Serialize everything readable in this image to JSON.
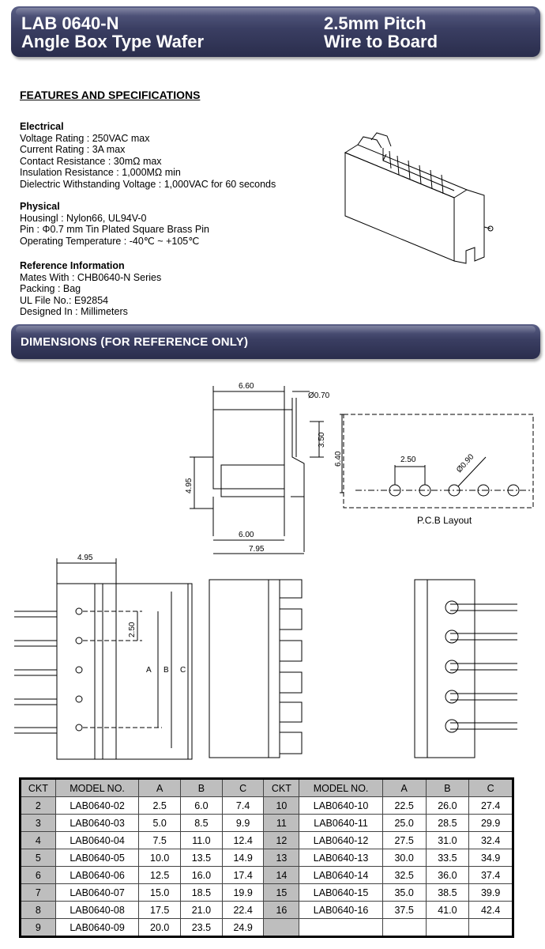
{
  "header": {
    "line1_left": "LAB 0640-N",
    "line2_left": "Angle Box Type Wafer",
    "line1_right": "2.5mm Pitch",
    "line2_right": "Wire to Board"
  },
  "features_heading": "FEATURES AND SPECIFICATIONS",
  "electrical": {
    "heading": "Electrical",
    "lines": [
      "Voltage Rating : 250VAC max",
      "Current Rating : 3A max",
      "Contact Resistance : 30mΩ max",
      "Insulation Resistance : 1,000MΩ min",
      "Dielectric Withstanding Voltage : 1,000VAC for 60 seconds"
    ]
  },
  "physical": {
    "heading": "Physical",
    "lines": [
      "Housingl : Nylon66, UL94V-0",
      "Pin : Φ0.7 mm Tin Plated Square Brass Pin",
      "Operating Temperature : -40℃ ~ +105℃"
    ]
  },
  "reference": {
    "heading": "Reference Information",
    "lines": [
      "Mates With : CHB0640-N Series",
      "Packing : Bag",
      "UL File No.: E92854",
      "Designed In : Millimeters"
    ]
  },
  "dimensions_heading": "DIMENSIONS (FOR REFERENCE ONLY)",
  "drawing_labels": {
    "d660": "6.60",
    "d070": "Ø0.70",
    "d350": "3.50",
    "d640": "6.40",
    "d495a": "4.95",
    "d600": "6.00",
    "d795": "7.95",
    "d250a": "2.50",
    "d090": "Ø0.90",
    "pcb": "P.C.B Layout",
    "d495b": "4.95",
    "d250b": "2.50",
    "lA": "A",
    "lB": "B",
    "lC": "C"
  },
  "table": {
    "headers": [
      "CKT",
      "MODEL NO.",
      "A",
      "B",
      "C",
      "CKT",
      "MODEL NO.",
      "A",
      "B",
      "C"
    ],
    "rows": [
      [
        "2",
        "LAB0640-02",
        "2.5",
        "6.0",
        "7.4",
        "10",
        "LAB0640-10",
        "22.5",
        "26.0",
        "27.4"
      ],
      [
        "3",
        "LAB0640-03",
        "5.0",
        "8.5",
        "9.9",
        "11",
        "LAB0640-11",
        "25.0",
        "28.5",
        "29.9"
      ],
      [
        "4",
        "LAB0640-04",
        "7.5",
        "11.0",
        "12.4",
        "12",
        "LAB0640-12",
        "27.5",
        "31.0",
        "32.4"
      ],
      [
        "5",
        "LAB0640-05",
        "10.0",
        "13.5",
        "14.9",
        "13",
        "LAB0640-13",
        "30.0",
        "33.5",
        "34.9"
      ],
      [
        "6",
        "LAB0640-06",
        "12.5",
        "16.0",
        "17.4",
        "14",
        "LAB0640-14",
        "32.5",
        "36.0",
        "37.4"
      ],
      [
        "7",
        "LAB0640-07",
        "15.0",
        "18.5",
        "19.9",
        "15",
        "LAB0640-15",
        "35.0",
        "38.5",
        "39.9"
      ],
      [
        "8",
        "LAB0640-08",
        "17.5",
        "21.0",
        "22.4",
        "16",
        "LAB0640-16",
        "37.5",
        "41.0",
        "42.4"
      ],
      [
        "9",
        "LAB0640-09",
        "20.0",
        "23.5",
        "24.9",
        "",
        "",
        "",
        "",
        ""
      ]
    ]
  }
}
